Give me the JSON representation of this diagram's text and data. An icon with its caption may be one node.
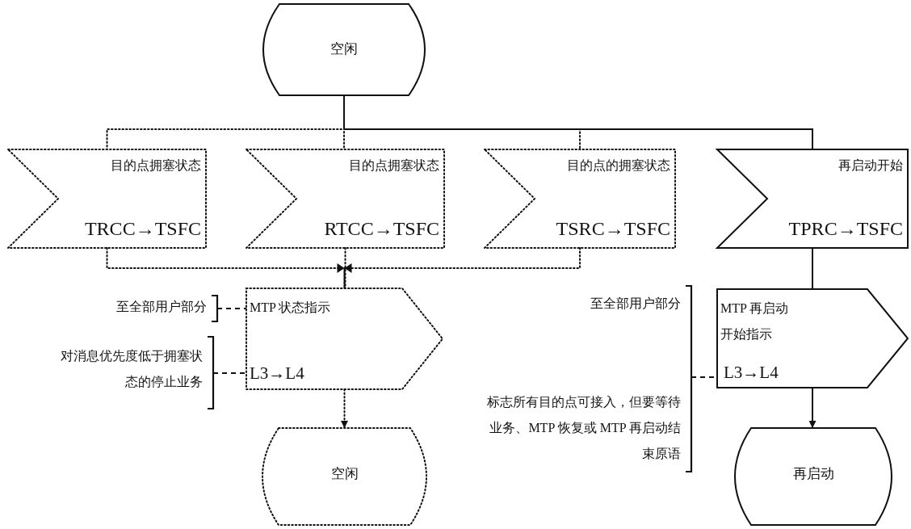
{
  "diagram": {
    "nodes": [
      {
        "text": [
          "空闲"
        ]
      },
      {
        "text": [
          "目的点拥塞状态",
          "TRCC→TSFC"
        ]
      },
      {
        "text": [
          "目的点拥塞状态",
          "RTCC→TSFC"
        ]
      },
      {
        "text": [
          "目的点的拥塞状态",
          "TSRC→TSFC"
        ]
      },
      {
        "text": [
          "再启动开始",
          "TPRC→TSFC"
        ]
      },
      {
        "text": [
          "MTP 状态指示",
          "L3→L4"
        ]
      },
      {
        "text": [
          "空闲"
        ]
      },
      {
        "text": [
          "MTP 再启动开始指示",
          "L3→L4"
        ]
      },
      {
        "text": [
          "再启动"
        ]
      },
      {
        "text": [
          "至全部用户部分"
        ]
      },
      {
        "text": [
          "对消息优先度低于拥塞状态的停止业务"
        ]
      },
      {
        "text": [
          "至全部用户部分",
          "标志所有目的点可接入，但要等待业务、MTP 恢复或 MTP 再启动结束原语"
        ]
      }
    ],
    "edges": [
      {
        "from": 0,
        "to": 1,
        "arrow": "none",
        "style": "dashed"
      },
      {
        "from": 0,
        "to": 2,
        "arrow": "none",
        "style": "dashed"
      },
      {
        "from": 0,
        "to": 3,
        "arrow": "none",
        "style": "dashed"
      },
      {
        "from": 0,
        "to": 4,
        "arrow": "none"
      },
      {
        "from": 1,
        "to": 5,
        "arrow": "none",
        "style": "dashed"
      },
      {
        "from": 2,
        "to": 5,
        "arrow": "none",
        "style": "dashed"
      },
      {
        "from": 3,
        "to": 5,
        "arrow": "none",
        "style": "dashed"
      },
      {
        "from": 5,
        "to": 6,
        "arrow": "to",
        "style": "dashed"
      },
      {
        "from": 4,
        "to": 7,
        "arrow": "none"
      },
      {
        "from": 7,
        "to": 8,
        "arrow": "to"
      },
      {
        "from": 9,
        "to": 5,
        "arrow": "none",
        "style": "dashed"
      },
      {
        "from": 10,
        "to": 5,
        "arrow": "none",
        "style": "dashed"
      },
      {
        "from": 11,
        "to": 7,
        "arrow": "none",
        "style": "dashed"
      }
    ]
  }
}
